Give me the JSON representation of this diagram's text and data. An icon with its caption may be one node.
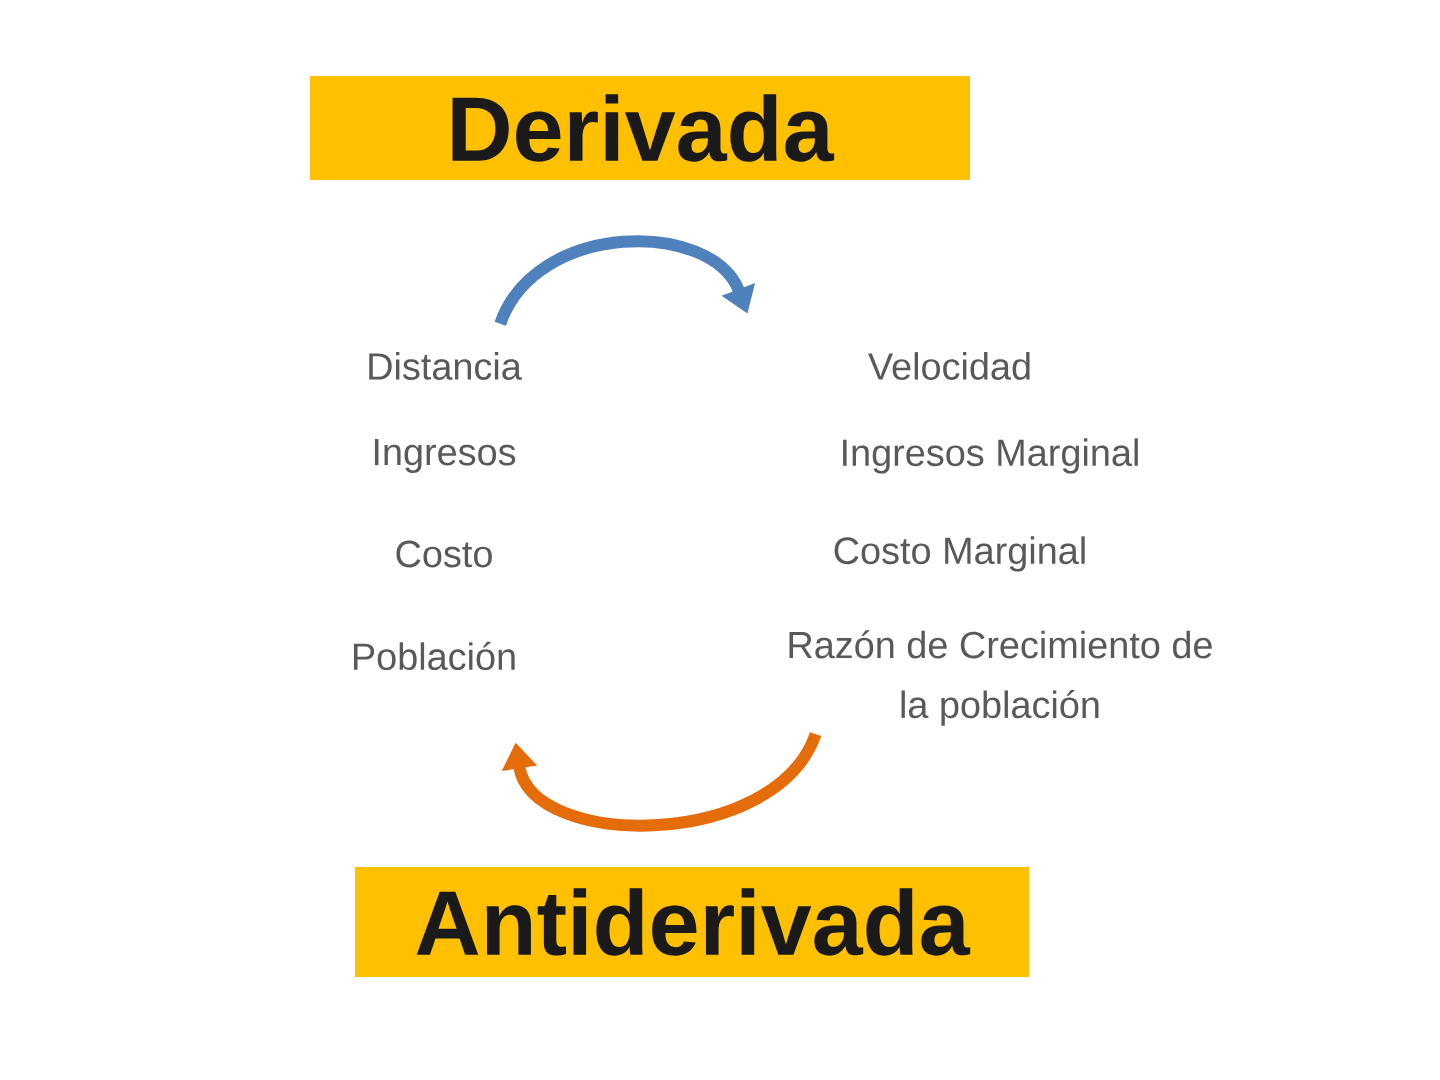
{
  "diagram": {
    "nodes": [
      {
        "text": [
          "Derivada"
        ]
      },
      {
        "text": [
          "Distancia"
        ]
      },
      {
        "text": [
          "Velocidad"
        ]
      },
      {
        "text": [
          "Ingresos"
        ]
      },
      {
        "text": [
          "Ingresos Marginal"
        ]
      },
      {
        "text": [
          "Costo"
        ]
      },
      {
        "text": [
          "Costo Marginal"
        ]
      },
      {
        "text": [
          "Población"
        ]
      },
      {
        "text": [
          "Razón de Crecimiento de la población"
        ]
      },
      {
        "text": [
          "Antiderivada"
        ]
      }
    ],
    "edges": [
      {
        "from": 1,
        "to": 2,
        "arrow": "to",
        "color": "#4f81bd"
      },
      {
        "from": 8,
        "to": 7,
        "arrow": "to",
        "color": "#e46c0a"
      }
    ]
  }
}
